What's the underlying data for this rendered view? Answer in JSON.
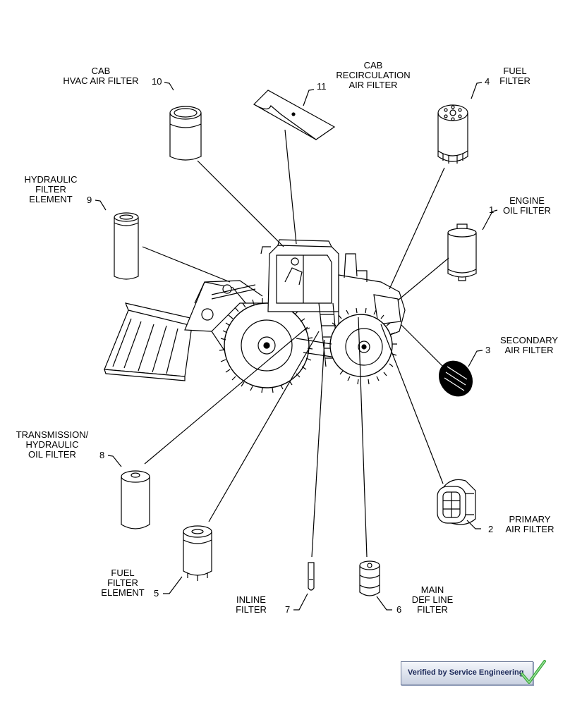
{
  "callouts": [
    {
      "id": "1",
      "label": "ENGINE\nOIL FILTER"
    },
    {
      "id": "2",
      "label": "PRIMARY\nAIR FILTER"
    },
    {
      "id": "3",
      "label": "SECONDARY\nAIR FILTER"
    },
    {
      "id": "4",
      "label": "FUEL\nFILTER"
    },
    {
      "id": "5",
      "label": "FUEL\nFILTER\nELEMENT"
    },
    {
      "id": "6",
      "label": "MAIN\nDEF LINE\nFILTER"
    },
    {
      "id": "7",
      "label": "INLINE\nFILTER"
    },
    {
      "id": "8",
      "label": "TRANSMISSION/\nHYDRAULIC\nOIL FILTER"
    },
    {
      "id": "9",
      "label": "HYDRAULIC\nFILTER\nELEMENT"
    },
    {
      "id": "10",
      "label": "CAB\nHVAC AIR FILTER"
    },
    {
      "id": "11",
      "label": "CAB\nRECIRCULATION\nAIR FILTER"
    }
  ],
  "badge": {
    "text": "Verified by Service Engineering"
  },
  "colors": {
    "line": "#000000",
    "badge_text": "#1d2a5a",
    "check": "#3aa63a"
  }
}
